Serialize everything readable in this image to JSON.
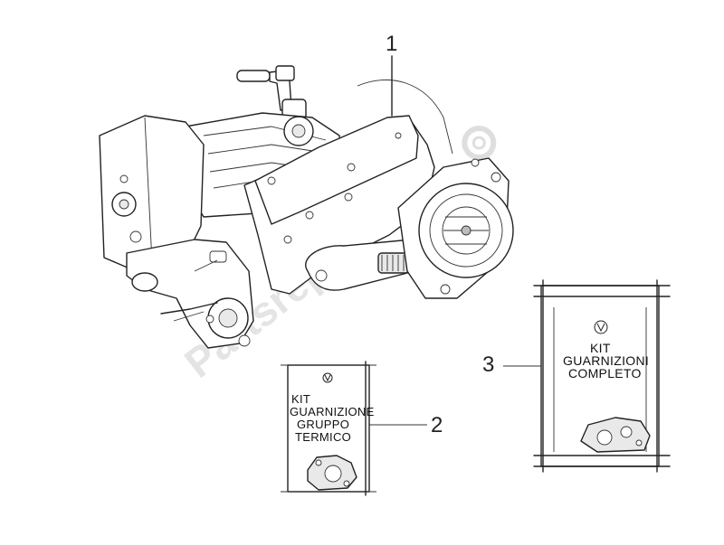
{
  "callouts": {
    "part_1": "1",
    "part_2": "2",
    "part_3": "3"
  },
  "kit_2": {
    "line_1": "KIT",
    "line_2": "GUARNIZIONE",
    "line_3": "GRUPPO",
    "line_4": "TERMICO"
  },
  "kit_3": {
    "line_1": "KIT",
    "line_2": "GUARNIZIONI",
    "line_3": "COMPLETO"
  },
  "watermark": {
    "text": "Partsrepublik"
  },
  "icons": {
    "brand": "piaggio-logo-icon",
    "watermark": "gear-icon"
  }
}
